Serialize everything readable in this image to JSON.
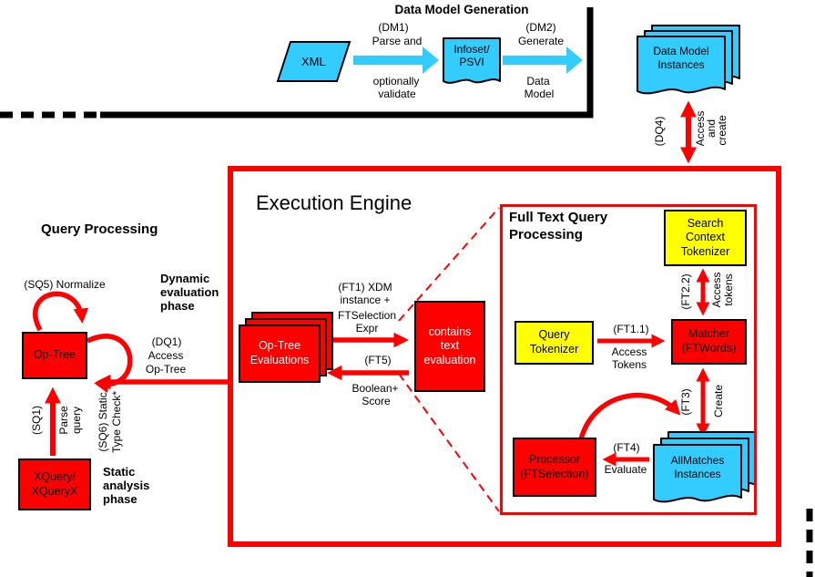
{
  "colors": {
    "red": "#FF0000",
    "cyan": "#33CCFF",
    "yellow": "#FFFF00",
    "black": "#000000"
  },
  "top": {
    "title": "Data Model Generation",
    "xml": "XML",
    "dm1_tag": "(DM1)",
    "dm1_a": "Parse and",
    "dm1_b": "optionally",
    "dm1_c": "validate",
    "infoset_1": "Infoset/",
    "infoset_2": "PSVI",
    "dm2_tag": "(DM2)",
    "dm2_a": "Generate",
    "dm2_b": "Data",
    "dm2_c": "Model",
    "dmi_1": "Data Model",
    "dmi_2": "Instances",
    "dq4_tag": "(DQ4)",
    "dq4_a": "Access",
    "dq4_b": "and",
    "dq4_c": "create"
  },
  "qp": {
    "title": "Query Processing",
    "sq5": "(SQ5) Normalize",
    "optree": "Op-Tree",
    "dq1_tag": "(DQ1)",
    "dq1_a": "Access",
    "dq1_b": "Op-Tree",
    "sq1_tag": "(SQ1)",
    "sq1_a": "Parse",
    "sq1_b": "query",
    "sq6_a": "(SQ6) Static",
    "sq6_b": "Type Check*",
    "xq_1": "XQuery/",
    "xq_2": "XQueryX",
    "static_a": "Static",
    "static_b": "analysis",
    "static_c": "phase",
    "dyn_a": "Dynamic",
    "dyn_b": "evaluation",
    "dyn_c": "phase"
  },
  "ee": {
    "title": "Execution Engine",
    "ote_1": "Op-Tree",
    "ote_2": "Evaluations",
    "ft1_a": "(FT1) XDM",
    "ft1_b": "instance +",
    "ft1_c": "FTSelection",
    "ft1_d": "Expr",
    "contains_a": "contains",
    "contains_b": "text",
    "contains_c": "evaluation",
    "ft5_tag": "(FT5)",
    "ft5_a": "Boolean+",
    "ft5_b": "Score"
  },
  "ft": {
    "title_1": "Full Text Query",
    "title_2": "Processing",
    "sct_1": "Search",
    "sct_2": "Context",
    "sct_3": "Tokenizer",
    "ft22_tag": "(FT2.2)",
    "ft22_a": "Access",
    "ft22_b": "tokens",
    "qt_1": "Query",
    "qt_2": "Tokenizer",
    "ft11_tag": "(FT1.1)",
    "ft11_a": "Access",
    "ft11_b": "Tokens",
    "matcher_1": "Matcher",
    "matcher_2": "(FTWords)",
    "ft3_tag": "(FT3)",
    "ft3_a": "Create",
    "am_1": "AllMatches",
    "am_2": "Instances",
    "ft4_tag": "(FT4)",
    "ft4_a": "Evaluate",
    "proc_1": "Processor",
    "proc_2": "(FTSelection)"
  }
}
